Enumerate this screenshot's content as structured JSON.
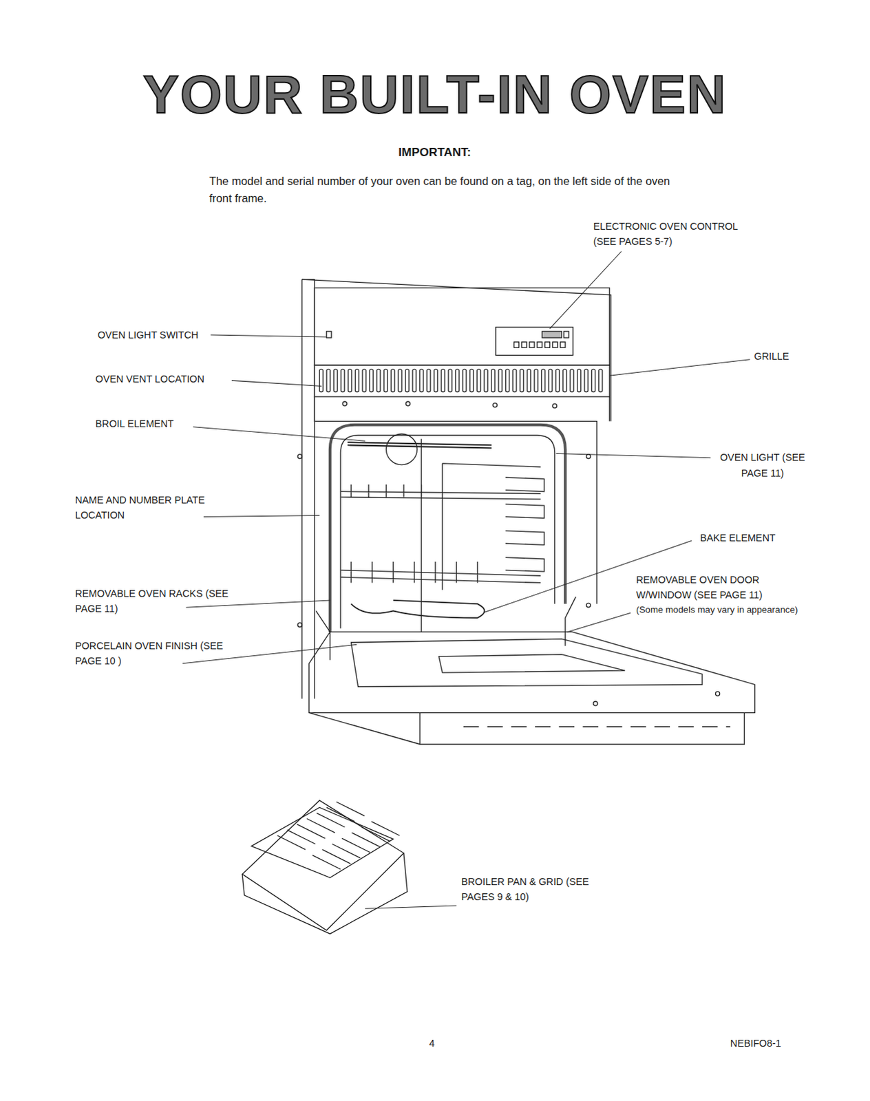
{
  "diagram": {
    "title": "YOUR BUILT-IN OVEN",
    "labels": [
      "IMPORTANT:",
      "The model and serial number of your oven can be found on a tag, on the left side of the oven front frame.",
      "ELECTRONIC OVEN CONTROL (SEE PAGES 5-7)",
      "OVEN LIGHT SWITCH",
      "GRILLE",
      "OVEN VENT LOCATION",
      "BROIL ELEMENT",
      "OVEN LIGHT (SEE PAGE 11)",
      "NAME AND NUMBER PLATE LOCATION",
      "BAKE ELEMENT",
      "REMOVABLE OVEN DOOR W/WINDOW (SEE PAGE 11)",
      "(Some models may vary in appearance)",
      "REMOVABLE OVEN RACKS (SEE PAGE 11)",
      "PORCELAIN OVEN FINISH (SEE PAGE 10 )",
      "BROILER PAN & GRID (SEE PAGES 9 & 10)",
      "4",
      "NEBIFO8-1"
    ]
  }
}
